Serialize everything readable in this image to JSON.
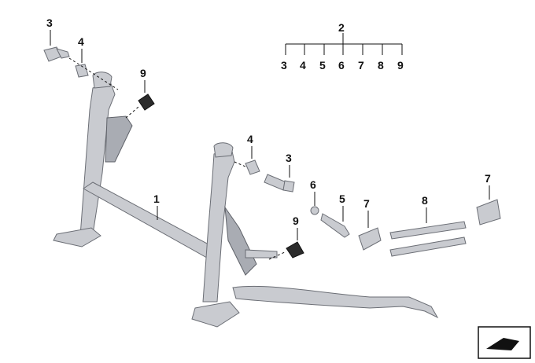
{
  "diagram": {
    "group_label": "2",
    "group_members": [
      "3",
      "4",
      "5",
      "6",
      "7",
      "8",
      "9"
    ],
    "callouts": {
      "stand": "1",
      "bolt_left": "3",
      "spacer_left": "4",
      "bumper_left": "9",
      "spacer_right": "4",
      "bolt_right": "3",
      "bumper_right": "9",
      "washer": "6",
      "pin": "5",
      "plate_left": "7",
      "springs": "8",
      "plate_right": "7"
    }
  },
  "colors": {
    "metal": "#c9cbd0",
    "outline": "#6b6e75",
    "rubber": "#2b2b2b",
    "text": "#111111"
  }
}
